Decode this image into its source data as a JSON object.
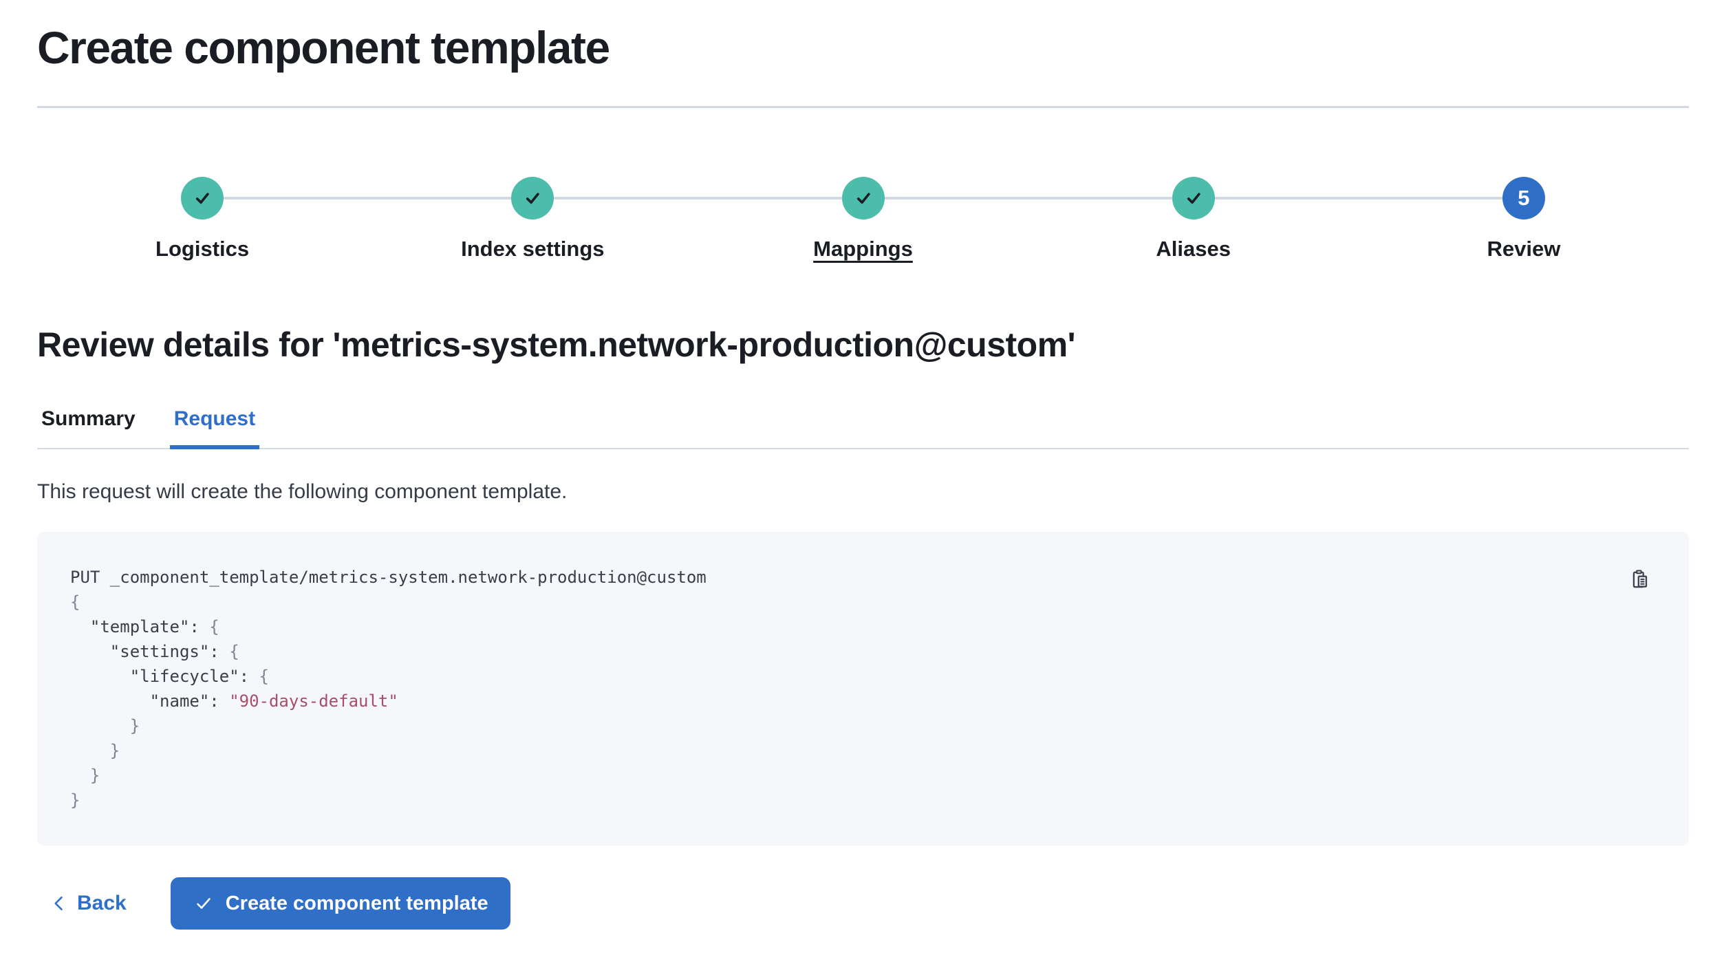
{
  "page": {
    "title": "Create component template",
    "review_heading": "Review details for 'metrics-system.network-production@custom'",
    "request_description": "This request will create the following component template."
  },
  "steps": {
    "items": [
      {
        "label": "Logistics",
        "status": "complete",
        "icon": "check-icon"
      },
      {
        "label": "Index settings",
        "status": "complete",
        "icon": "check-icon"
      },
      {
        "label": "Mappings",
        "status": "complete",
        "icon": "check-icon",
        "underlined": true
      },
      {
        "label": "Aliases",
        "status": "complete",
        "icon": "check-icon"
      },
      {
        "label": "Review",
        "status": "current",
        "number": "5"
      }
    ]
  },
  "tabs": {
    "items": [
      {
        "label": "Summary",
        "active": false
      },
      {
        "label": "Request",
        "active": true
      }
    ]
  },
  "code_block": {
    "copy_icon": "copy-clipboard-icon",
    "lines": [
      {
        "segs": [
          {
            "t": "PUT _component_template/metrics-system.network-production@custom",
            "c": "k"
          }
        ]
      },
      {
        "segs": [
          {
            "t": "{",
            "c": "p"
          }
        ]
      },
      {
        "segs": [
          {
            "t": "  \"template\": ",
            "c": "k"
          },
          {
            "t": "{",
            "c": "p"
          }
        ]
      },
      {
        "segs": [
          {
            "t": "    \"settings\": ",
            "c": "k"
          },
          {
            "t": "{",
            "c": "p"
          }
        ]
      },
      {
        "segs": [
          {
            "t": "      \"lifecycle\": ",
            "c": "k"
          },
          {
            "t": "{",
            "c": "p"
          }
        ]
      },
      {
        "segs": [
          {
            "t": "        \"name\": ",
            "c": "k"
          },
          {
            "t": "\"90-days-default\"",
            "c": "s"
          }
        ]
      },
      {
        "segs": [
          {
            "t": "      }",
            "c": "p"
          }
        ]
      },
      {
        "segs": [
          {
            "t": "    }",
            "c": "p"
          }
        ]
      },
      {
        "segs": [
          {
            "t": "  }",
            "c": "p"
          }
        ]
      },
      {
        "segs": [
          {
            "t": "}",
            "c": "p"
          }
        ]
      }
    ]
  },
  "footer": {
    "back_label": "Back",
    "back_icon": "chevron-left-icon",
    "submit_label": "Create component template",
    "submit_icon": "check-icon"
  },
  "colors": {
    "primary": "#2f6fc8",
    "success": "#4dbdab",
    "text": "#1a1d23",
    "subdued_text": "#353c47",
    "border": "#d4dae3",
    "code_bg": "#f5f7fa",
    "code_text": "#3b3e48",
    "code_punct": "#7e8492",
    "code_string": "#a74f6a"
  }
}
